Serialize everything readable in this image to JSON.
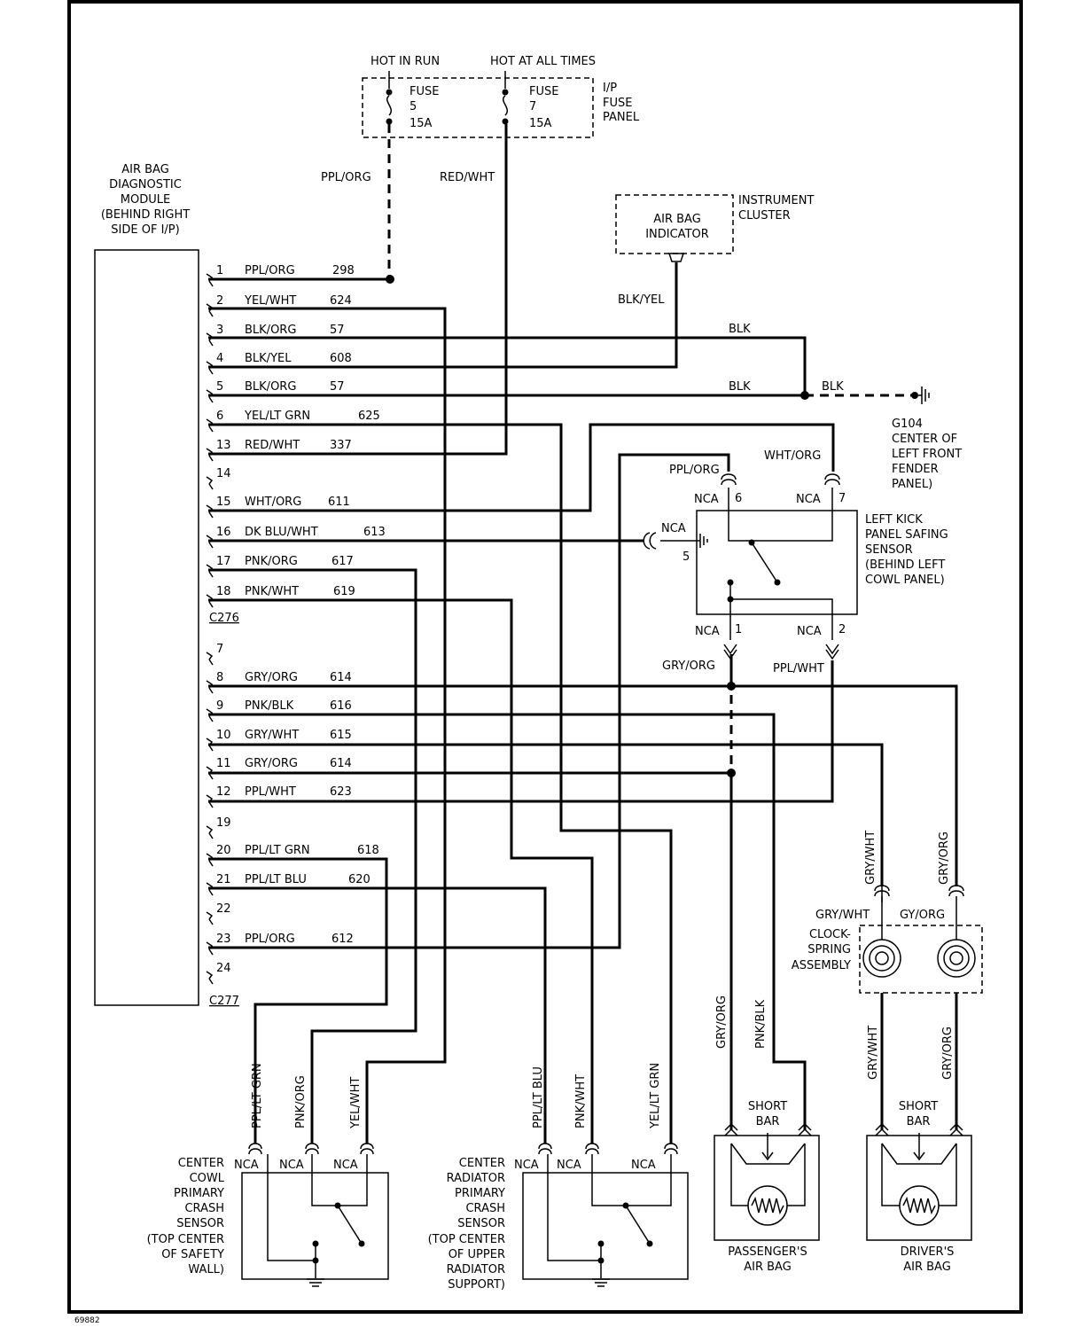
{
  "figure_id": "69882",
  "power": {
    "hot_in_run": "HOT IN RUN",
    "hot_at_all_times": "HOT AT ALL TIMES",
    "fuse_panel": [
      "I/P",
      "FUSE",
      "PANEL"
    ],
    "fuse5": [
      "FUSE",
      "5",
      "15A"
    ],
    "fuse7": [
      "FUSE",
      "7",
      "15A"
    ]
  },
  "module": {
    "title": [
      "AIR BAG",
      "DIAGNOSTIC",
      "MODULE",
      "(BEHIND RIGHT",
      "SIDE OF I/P)"
    ],
    "connector_a": "C276",
    "connector_b": "C277",
    "pins": [
      {
        "pin": "1",
        "color": "PPL/ORG",
        "circuit": "298"
      },
      {
        "pin": "2",
        "color": "YEL/WHT",
        "circuit": "624"
      },
      {
        "pin": "3",
        "color": "BLK/ORG",
        "circuit": "57"
      },
      {
        "pin": "4",
        "color": "BLK/YEL",
        "circuit": "608"
      },
      {
        "pin": "5",
        "color": "BLK/ORG",
        "circuit": "57"
      },
      {
        "pin": "6",
        "color": "YEL/LT GRN",
        "circuit": "625"
      },
      {
        "pin": "13",
        "color": "RED/WHT",
        "circuit": "337"
      },
      {
        "pin": "14",
        "color": "",
        "circuit": ""
      },
      {
        "pin": "15",
        "color": "WHT/ORG",
        "circuit": "611"
      },
      {
        "pin": "16",
        "color": "DK BLU/WHT",
        "circuit": "613"
      },
      {
        "pin": "17",
        "color": "PNK/ORG",
        "circuit": "617"
      },
      {
        "pin": "18",
        "color": "PNK/WHT",
        "circuit": "619"
      },
      {
        "pin": "7",
        "color": "",
        "circuit": ""
      },
      {
        "pin": "8",
        "color": "GRY/ORG",
        "circuit": "614"
      },
      {
        "pin": "9",
        "color": "PNK/BLK",
        "circuit": "616"
      },
      {
        "pin": "10",
        "color": "GRY/WHT",
        "circuit": "615"
      },
      {
        "pin": "11",
        "color": "GRY/ORG",
        "circuit": "614"
      },
      {
        "pin": "12",
        "color": "PPL/WHT",
        "circuit": "623"
      },
      {
        "pin": "19",
        "color": "",
        "circuit": ""
      },
      {
        "pin": "20",
        "color": "PPL/LT GRN",
        "circuit": "618"
      },
      {
        "pin": "21",
        "color": "PPL/LT BLU",
        "circuit": "620"
      },
      {
        "pin": "22",
        "color": "",
        "circuit": ""
      },
      {
        "pin": "23",
        "color": "PPL/ORG",
        "circuit": "612"
      },
      {
        "pin": "24",
        "color": "",
        "circuit": ""
      }
    ]
  },
  "wire_labels": {
    "ppl_org_fuse": "PPL/ORG",
    "red_wht_fuse": "RED/WHT",
    "blk_yel_cluster": "BLK/YEL",
    "blk_top": "BLK",
    "blk_mid": "BLK",
    "blk_ground": "BLK",
    "ppl_org_sensor": "PPL/ORG",
    "wht_org_sensor": "WHT/ORG",
    "gry_org_sensor": "GRY/ORG",
    "ppl_wht_sensor": "PPL/WHT",
    "gry_wht_cs": "GRY/WHT",
    "gry_org_cs": "GRY/ORG",
    "gry_wht_cs2": "GRY/WHT",
    "gy_org_cs2": "GY/ORG",
    "gry_wht_drv": "GRY/WHT",
    "gry_org_drv": "GRY/ORG",
    "gry_org_pass": "GRY/ORG",
    "pnk_blk_pass": "PNK/BLK",
    "ppl_lt_grn_cowl": "PPL/LT GRN",
    "pnk_org_cowl": "PNK/ORG",
    "yel_wht_cowl": "YEL/WHT",
    "ppl_lt_blu_rad": "PPL/LT BLU",
    "pnk_wht_rad": "PNK/WHT",
    "yel_lt_grn_rad": "YEL/LT GRN"
  },
  "cluster": {
    "indicator": [
      "AIR BAG",
      "INDICATOR"
    ],
    "label": [
      "INSTRUMENT",
      "CLUSTER"
    ]
  },
  "ground": [
    "G104",
    "CENTER OF",
    "LEFT FRONT",
    "FENDER",
    "PANEL)"
  ],
  "safing_sensor": {
    "label": [
      "LEFT KICK",
      "PANEL SAFING",
      "SENSOR",
      "(BEHIND LEFT",
      "COWL PANEL)"
    ],
    "nca": "NCA",
    "pins": [
      "6",
      "7",
      "5",
      "1",
      "2"
    ]
  },
  "clockspring": [
    "CLOCK-",
    "SPRING",
    "ASSEMBLY"
  ],
  "short_bar": [
    "SHORT",
    "BAR"
  ],
  "passenger_airbag": [
    "PASSENGER'S",
    "AIR BAG"
  ],
  "driver_airbag": [
    "DRIVER'S",
    "AIR BAG"
  ],
  "cowl_sensor": [
    "CENTER",
    "COWL",
    "PRIMARY",
    "CRASH",
    "SENSOR",
    "(TOP CENTER",
    "OF SAFETY",
    "WALL)"
  ],
  "radiator_sensor": [
    "CENTER",
    "RADIATOR",
    "PRIMARY",
    "CRASH",
    "SENSOR",
    "(TOP CENTER",
    "OF UPPER",
    "RADIATOR",
    "SUPPORT)"
  ]
}
